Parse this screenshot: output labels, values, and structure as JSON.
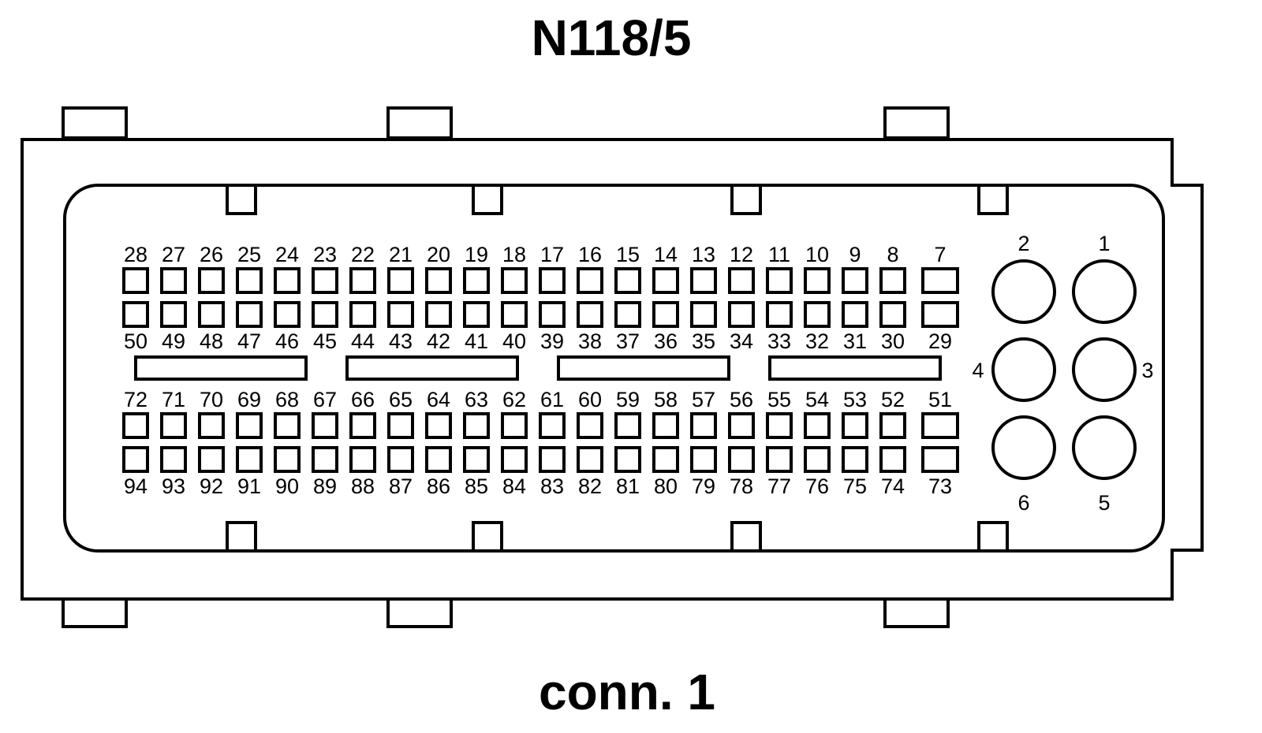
{
  "title": "N118/5",
  "subtitle": "conn. 1",
  "pins": {
    "row1": [
      "28",
      "27",
      "26",
      "25",
      "24",
      "23",
      "22",
      "21",
      "20",
      "19",
      "18",
      "17",
      "16",
      "15",
      "14",
      "13",
      "12",
      "11",
      "10",
      "9",
      "8",
      "7"
    ],
    "row2": [
      "50",
      "49",
      "48",
      "47",
      "46",
      "45",
      "44",
      "43",
      "42",
      "41",
      "40",
      "39",
      "38",
      "37",
      "36",
      "35",
      "34",
      "33",
      "32",
      "31",
      "30",
      "29"
    ],
    "row3": [
      "72",
      "71",
      "70",
      "69",
      "68",
      "67",
      "66",
      "65",
      "64",
      "63",
      "62",
      "61",
      "60",
      "59",
      "58",
      "57",
      "56",
      "55",
      "54",
      "53",
      "52",
      "51"
    ],
    "row4": [
      "94",
      "93",
      "92",
      "91",
      "90",
      "89",
      "88",
      "87",
      "86",
      "85",
      "84",
      "83",
      "82",
      "81",
      "80",
      "79",
      "78",
      "77",
      "76",
      "75",
      "74",
      "73"
    ],
    "power": [
      "1",
      "2",
      "3",
      "4",
      "5",
      "6"
    ]
  },
  "colors": {
    "stroke": "#000000",
    "fill": "#ffffff"
  }
}
